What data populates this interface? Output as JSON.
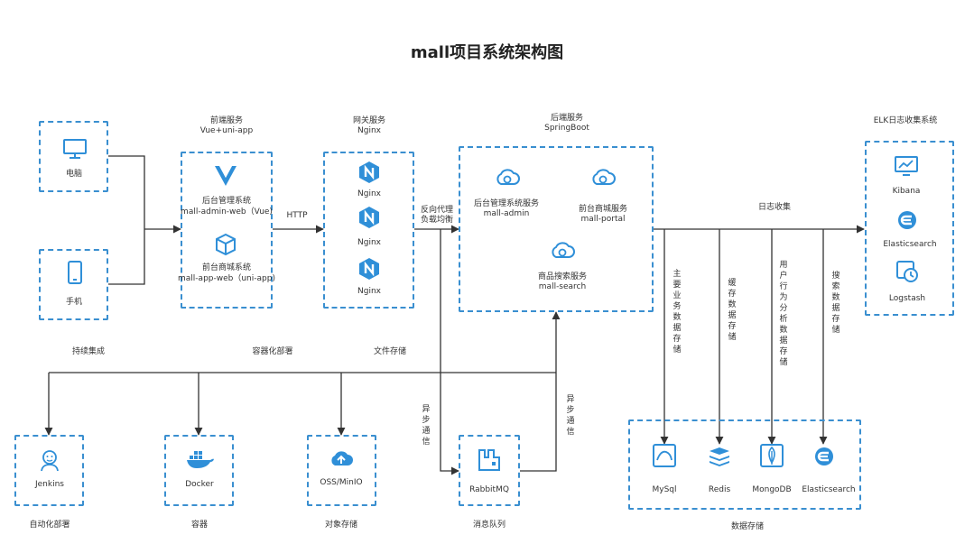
{
  "title": "mall项目系统架构图",
  "colors": {
    "accent": "#2f8fd8",
    "line": "#333333",
    "box_border": "#3a8fd0"
  },
  "clients": {
    "pc_label": "电脑",
    "phone_label": "手机"
  },
  "frontend": {
    "caption_line1": "前端服务",
    "caption_line2": "Vue+uni-app",
    "admin_web_line1": "后台管理系统",
    "admin_web_line2": "mall-admin-web（Vue)",
    "app_web_line1": "前台商城系统",
    "app_web_line2": "mall-app-web（uni-app)"
  },
  "http_label": "HTTP",
  "gateway": {
    "caption_line1": "网关服务",
    "caption_line2": "Nginx",
    "nodes": [
      "Nginx",
      "Nginx",
      "Nginx"
    ]
  },
  "proxy_label_line1": "反向代理",
  "proxy_label_line2": "负载均衡",
  "backend": {
    "caption_line1": "后端服务",
    "caption_line2": "SpringBoot",
    "admin_line1": "后台管理系统服务",
    "admin_line2": "mall-admin",
    "portal_line1": "前台商城服务",
    "portal_line2": "mall-portal",
    "search_line1": "商品搜索服务",
    "search_line2": "mall-search"
  },
  "log_collect_label": "日志收集",
  "elk": {
    "caption": "ELK日志收集系统",
    "items": [
      "Kibana",
      "Elasticsearch",
      "Logstash"
    ]
  },
  "storage_flows": [
    "主要业务数据存储",
    "缓存数据存储",
    "用户行为分析数据存储",
    "搜索数据存储"
  ],
  "devops_labels": [
    "持续集成",
    "容器化部署",
    "文件存储"
  ],
  "async_left": "异步通信",
  "async_right": "异步通信",
  "bottom": {
    "jenkins": "Jenkins",
    "jenkins_caption": "自动化部署",
    "docker": "Docker",
    "docker_caption": "容器",
    "oss": "OSS/MinIO",
    "oss_caption": "对象存储",
    "rabbit": "RabbitMQ",
    "rabbit_caption": "消息队列",
    "databases": [
      "MySql",
      "Redis",
      "MongoDB",
      "Elasticsearch"
    ],
    "data_caption": "数据存储"
  },
  "icons": [
    "monitor-icon",
    "phone-icon",
    "vue-icon",
    "cube-icon",
    "nginx-icon",
    "cloud-service-icon",
    "monitor-chart-icon",
    "elastic-icon",
    "logstash-icon",
    "jenkins-icon",
    "docker-icon",
    "cloud-upload-icon",
    "rabbitmq-icon",
    "mysql-icon",
    "redis-icon",
    "mongodb-icon"
  ]
}
